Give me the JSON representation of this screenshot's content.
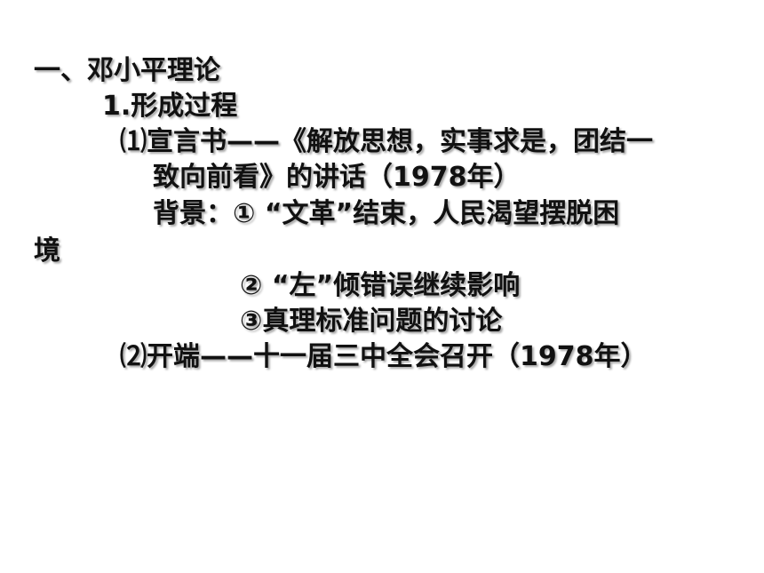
{
  "slide": {
    "heading": "一、邓小平理论",
    "subheading": "1.形成过程",
    "items": [
      "⑴宣言书——《解放思想，实事求是，团结一",
      "致向前看》的讲话（1978年）",
      "背景：① “文革”结束，人民渴望摆脱困",
      "境",
      "② “左”倾错误继续影响",
      "③真理标准问题的讨论",
      "⑵开端——十一届三中全会召开（1978年）"
    ]
  }
}
